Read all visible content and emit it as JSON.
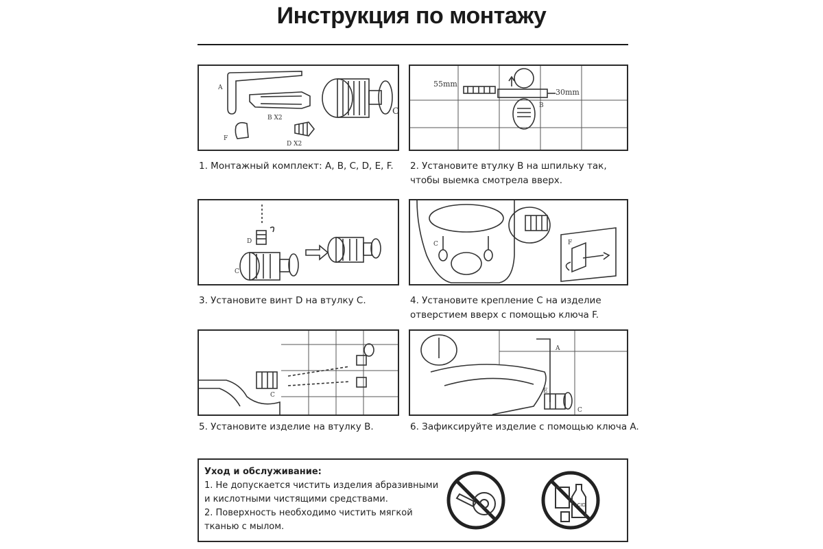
{
  "title": "Инструкция по монтажу",
  "steps": [
    {
      "line1": "1. Монтажный комплект: A, B, C, D, E, F.",
      "line2": ""
    },
    {
      "line1": "2. Установите втулку B на шпильку так,",
      "line2": "чтобы выемка смотрела вверх."
    },
    {
      "line1": "3. Установите винт D на втулку C.",
      "line2": ""
    },
    {
      "line1": "4. Установите крепление C на изделие",
      "line2": "отверстием вверх с помощью ключа F."
    },
    {
      "line1": "5. Установите изделие на втулку B.",
      "line2": ""
    },
    {
      "line1": "6. Зафиксируйте изделие с помощью ключа A.",
      "line2": ""
    }
  ],
  "labels": {
    "a": "A",
    "b": "B",
    "c": "C",
    "d": "D",
    "e": "E",
    "f": "F",
    "bx2": "B X2",
    "dx2": "D X2",
    "mm55": "55mm",
    "mm30": "30mm",
    "acid": "ACID"
  },
  "care": {
    "heading": "Уход и обслуживание:",
    "line1": "1. Не допускается чистить изделия абразивными",
    "line2": "и кислотными чистящими средствами.",
    "line3": "2. Поверхность необходимо чистить мягкой",
    "line4": "тканью с мылом."
  }
}
